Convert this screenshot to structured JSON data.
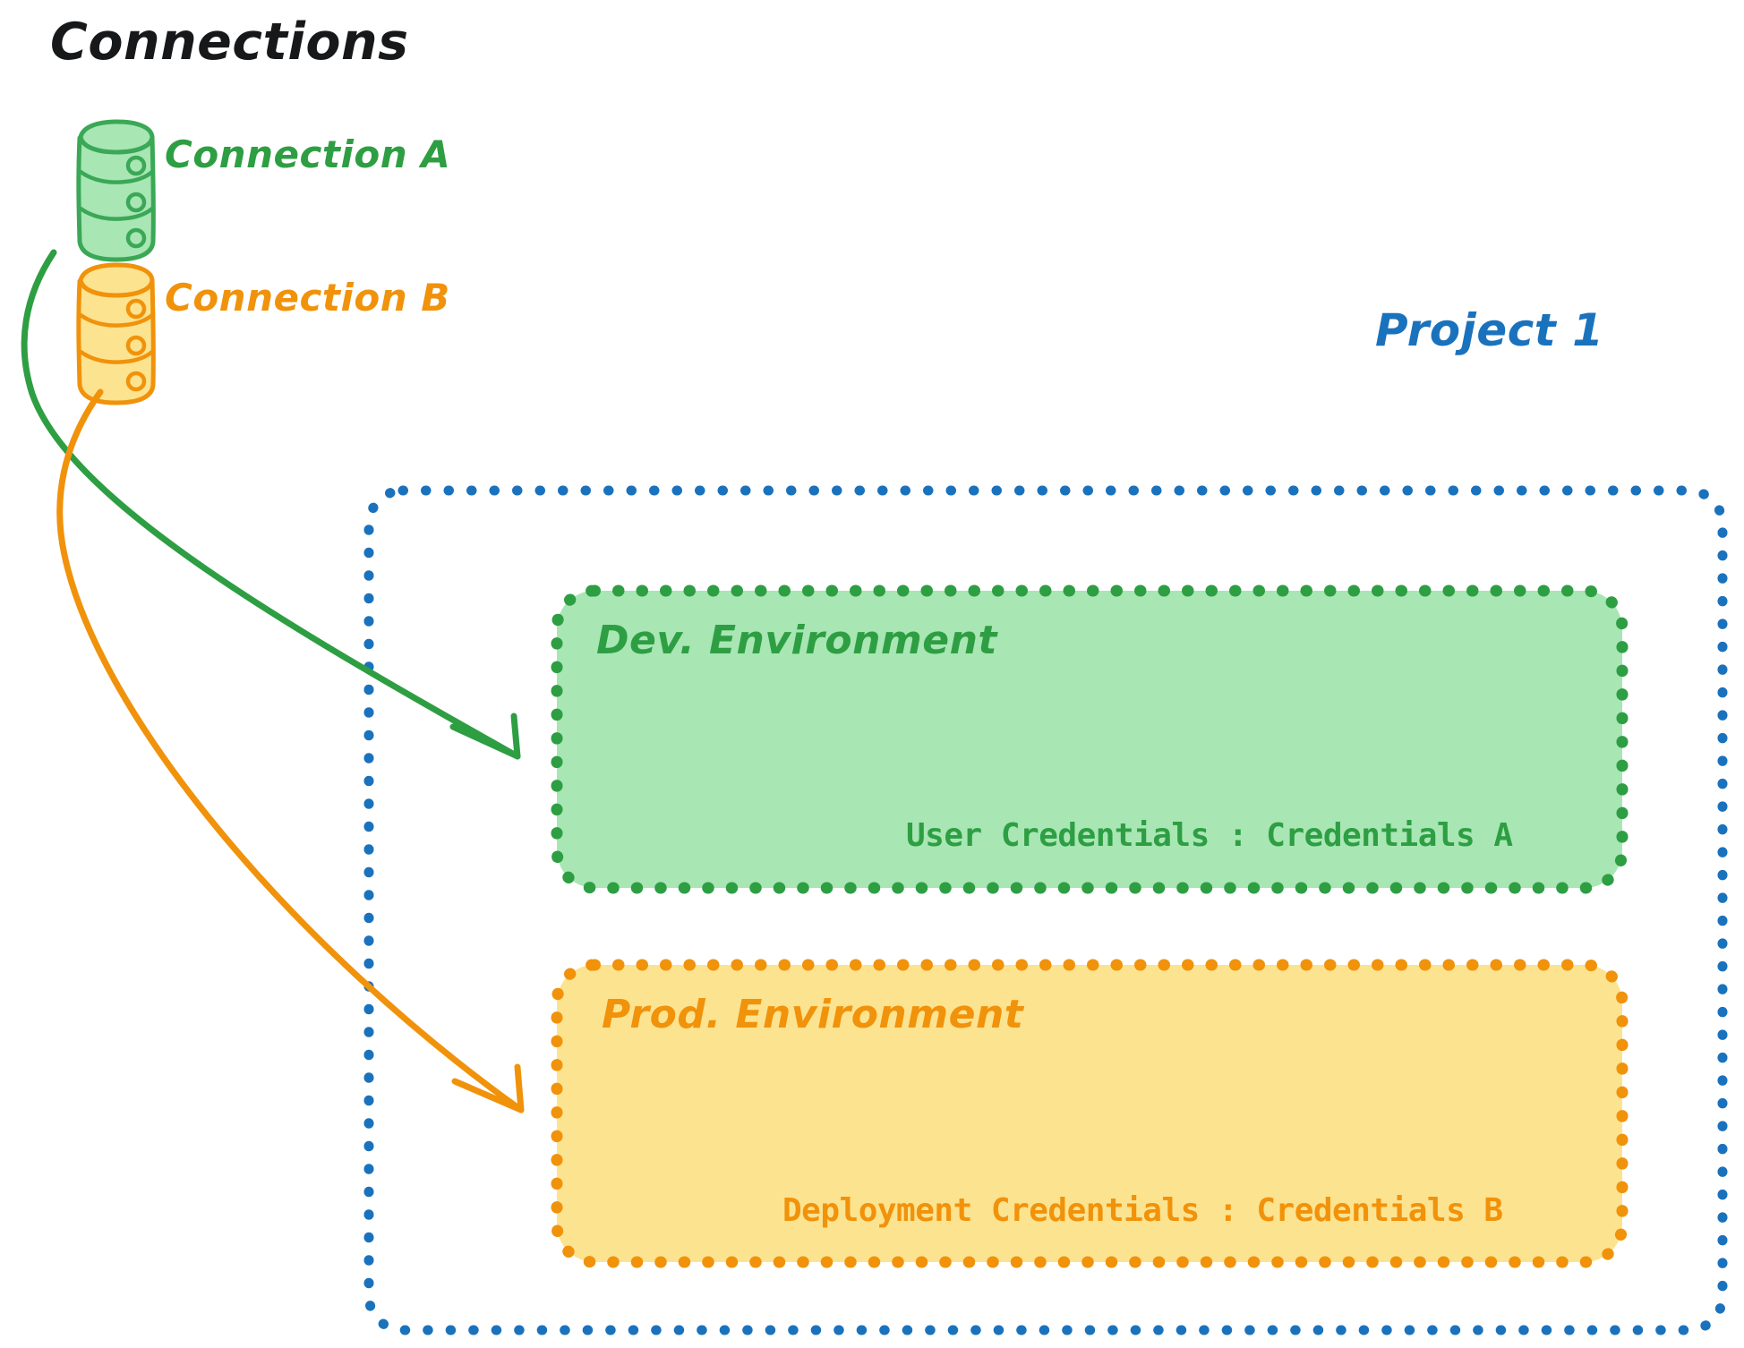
{
  "diagram": {
    "title": "Connections",
    "title_color": "#17181a",
    "background": "#ffffff"
  },
  "connections": [
    {
      "label": "Connection A",
      "icon": "database-cylinder-icon",
      "color": "#2e9e43",
      "fill": "#a8e6b4"
    },
    {
      "label": "Connection B",
      "icon": "database-cylinder-icon",
      "color": "#f1920b",
      "fill": "#fce38f"
    }
  ],
  "project": {
    "label": "Project 1",
    "color": "#1a72bd",
    "border_style": "dotted"
  },
  "environments": [
    {
      "name": "Dev. Environment",
      "credential_label": "User Credentials",
      "credential_separator": ":",
      "credential_value": "Credentials A",
      "credential_line": "User Credentials : Credentials A",
      "color": "#2e9e43",
      "fill": "#a8e6b4",
      "border_style": "dotted"
    },
    {
      "name": "Prod. Environment",
      "credential_label": "Deployment Credentials",
      "credential_separator": ":",
      "credential_value": "Credentials B",
      "credential_line": "Deployment Credentials : Credentials B",
      "color": "#f1920b",
      "fill": "#fce38f",
      "border_style": "dotted"
    }
  ],
  "arrows": [
    {
      "name": "connection-a-to-dev-environment",
      "from": "Connection A",
      "to": "Dev. Environment",
      "color": "#2e9e43"
    },
    {
      "name": "connection-b-to-prod-environment",
      "from": "Connection B",
      "to": "Prod. Environment",
      "color": "#f1920b"
    }
  ]
}
